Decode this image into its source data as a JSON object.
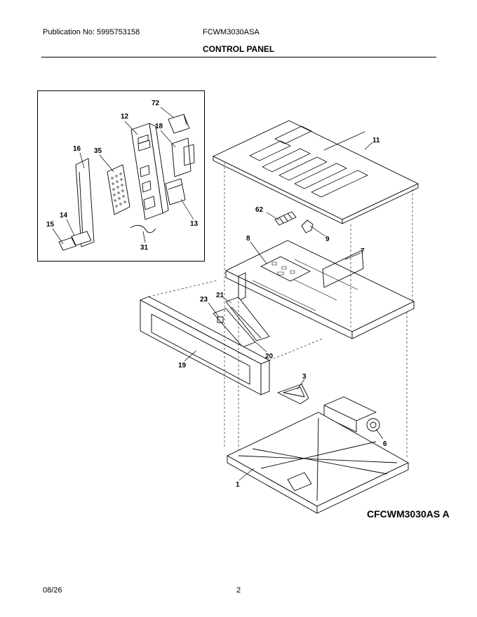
{
  "header": {
    "publication": "Publication No: 5995753158",
    "model": "FCWM3030ASA",
    "title": "CONTROL PANEL"
  },
  "diagram_code": "CFCWM3030AS  A",
  "footer": {
    "date": "08/26",
    "page": "2"
  },
  "callouts": {
    "c72": "72",
    "c12": "12",
    "c18": "18",
    "c16": "16",
    "c35": "35",
    "c14": "14",
    "c15": "15",
    "c31": "31",
    "c13": "13",
    "c11": "11",
    "c62": "62",
    "c9": "9",
    "c8": "8",
    "c7": "7",
    "c21": "21",
    "c23": "23",
    "c20": "20",
    "c19": "19",
    "c3": "3",
    "c6": "6",
    "c1": "1"
  }
}
